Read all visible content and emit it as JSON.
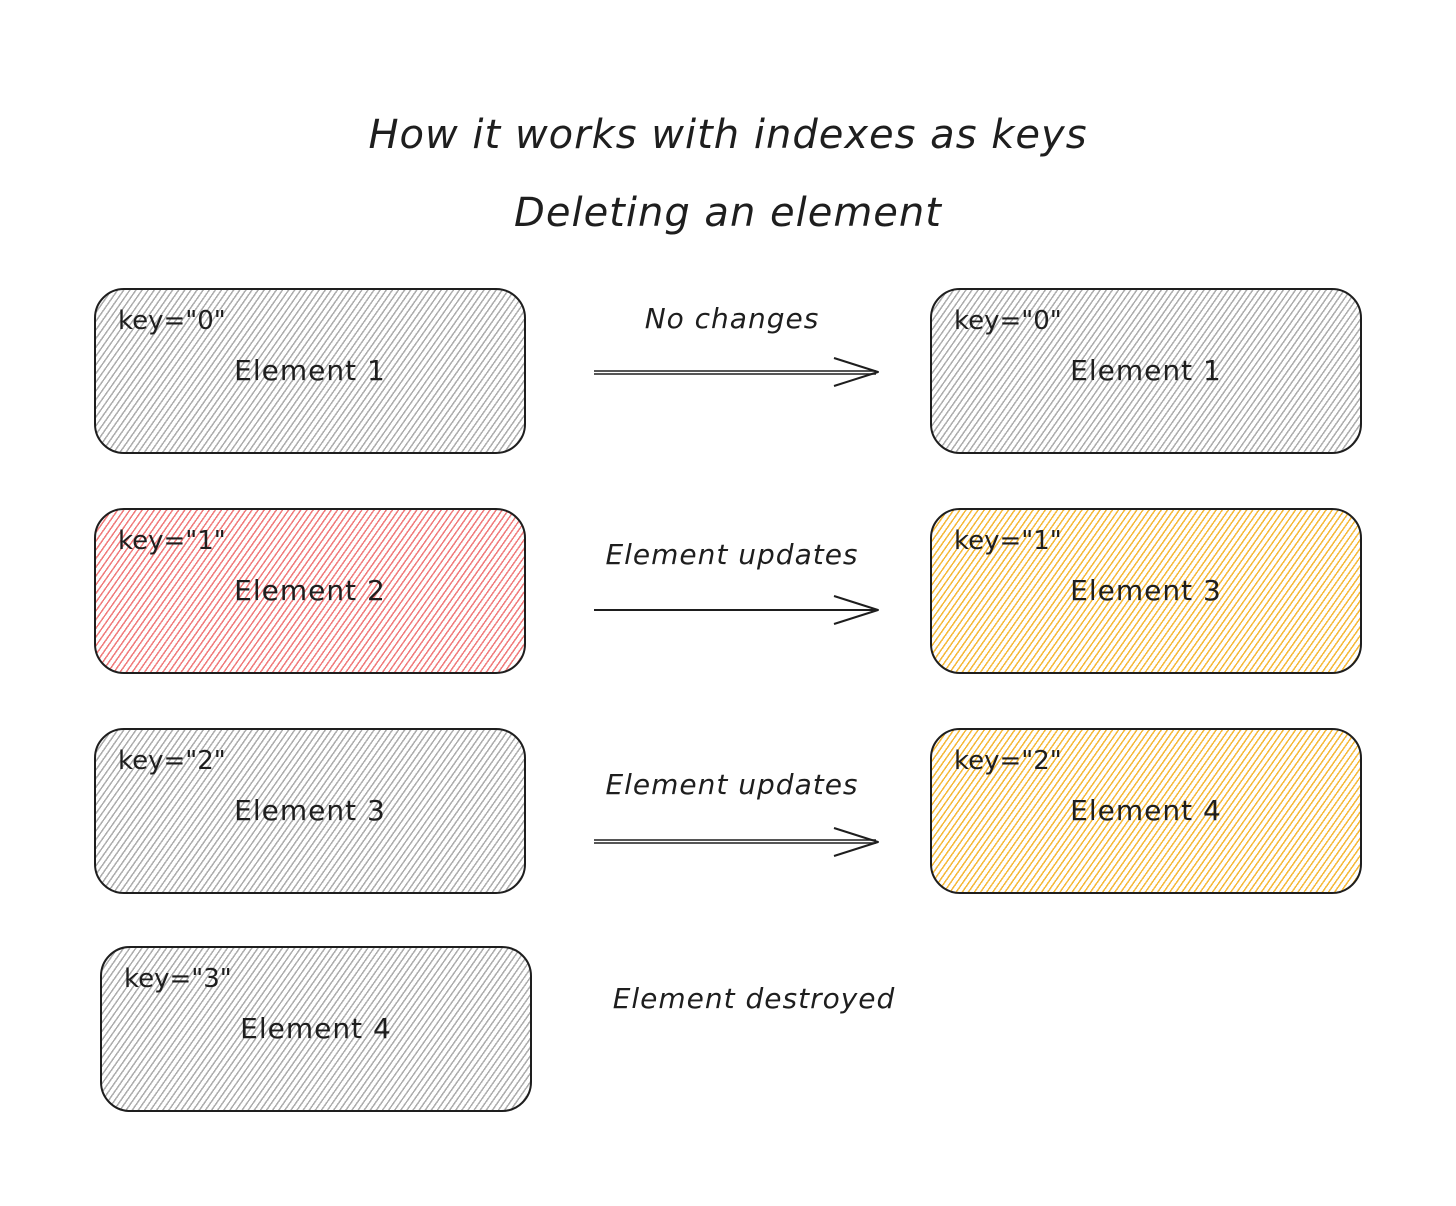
{
  "title": "How it works with indexes as keys",
  "subtitle": "Deleting an element",
  "left": [
    {
      "key": "key=\"0\"",
      "label": "Element 1",
      "color": "#adadad"
    },
    {
      "key": "key=\"1\"",
      "label": "Element 2",
      "color": "#f07c7c"
    },
    {
      "key": "key=\"2\"",
      "label": "Element 3",
      "color": "#adadad"
    },
    {
      "key": "key=\"3\"",
      "label": "Element 4",
      "color": "#adadad"
    }
  ],
  "right": [
    {
      "key": "key=\"0\"",
      "label": "Element 1",
      "color": "#adadad"
    },
    {
      "key": "key=\"1\"",
      "label": "Element 3",
      "color": "#f5b939"
    },
    {
      "key": "key=\"2\"",
      "label": "Element 4",
      "color": "#f5b939"
    }
  ],
  "transitions": [
    {
      "label": "No changes"
    },
    {
      "label": "Element updates"
    },
    {
      "label": "Element updates"
    },
    {
      "label": "Element destroyed"
    }
  ]
}
